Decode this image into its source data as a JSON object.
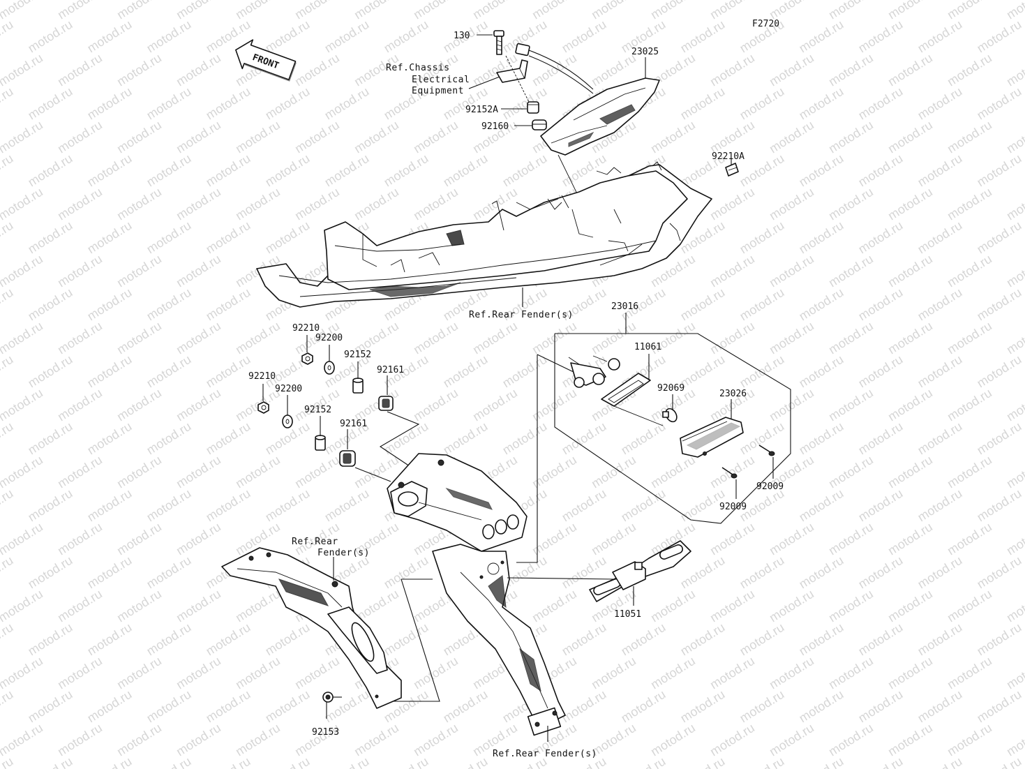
{
  "figure_code": "F2720",
  "watermark": "motod.ru",
  "front_arrow": {
    "label": "FRONT"
  },
  "callouts": {
    "p130": "130",
    "p23025": "23025",
    "ref_chassis_1": "Ref.Chassis",
    "ref_chassis_2": "Electrical",
    "ref_chassis_3": "Equipment",
    "p92152A": "92152A",
    "p92160": "92160",
    "p92210A": "92210A",
    "ref_rear_fender_top": "Ref.Rear Fender(s)",
    "p23016": "23016",
    "p11061": "11061",
    "p92069": "92069",
    "p23026": "23026",
    "p92009_a": "92009",
    "p92009_b": "92009",
    "p92210_a": "92210",
    "p92200_a": "92200",
    "p92152_a": "92152",
    "p92161_a": "92161",
    "p92210_b": "92210",
    "p92200_b": "92200",
    "p92152_b": "92152",
    "p92161_b": "92161",
    "ref_rear_fender_mid_1": "Ref.Rear",
    "ref_rear_fender_mid_2": "Fender(s)",
    "p11051": "11051",
    "p92153": "92153",
    "ref_rear_fender_bottom": "Ref.Rear Fender(s)"
  },
  "icons": [
    "front-arrow-icon"
  ]
}
